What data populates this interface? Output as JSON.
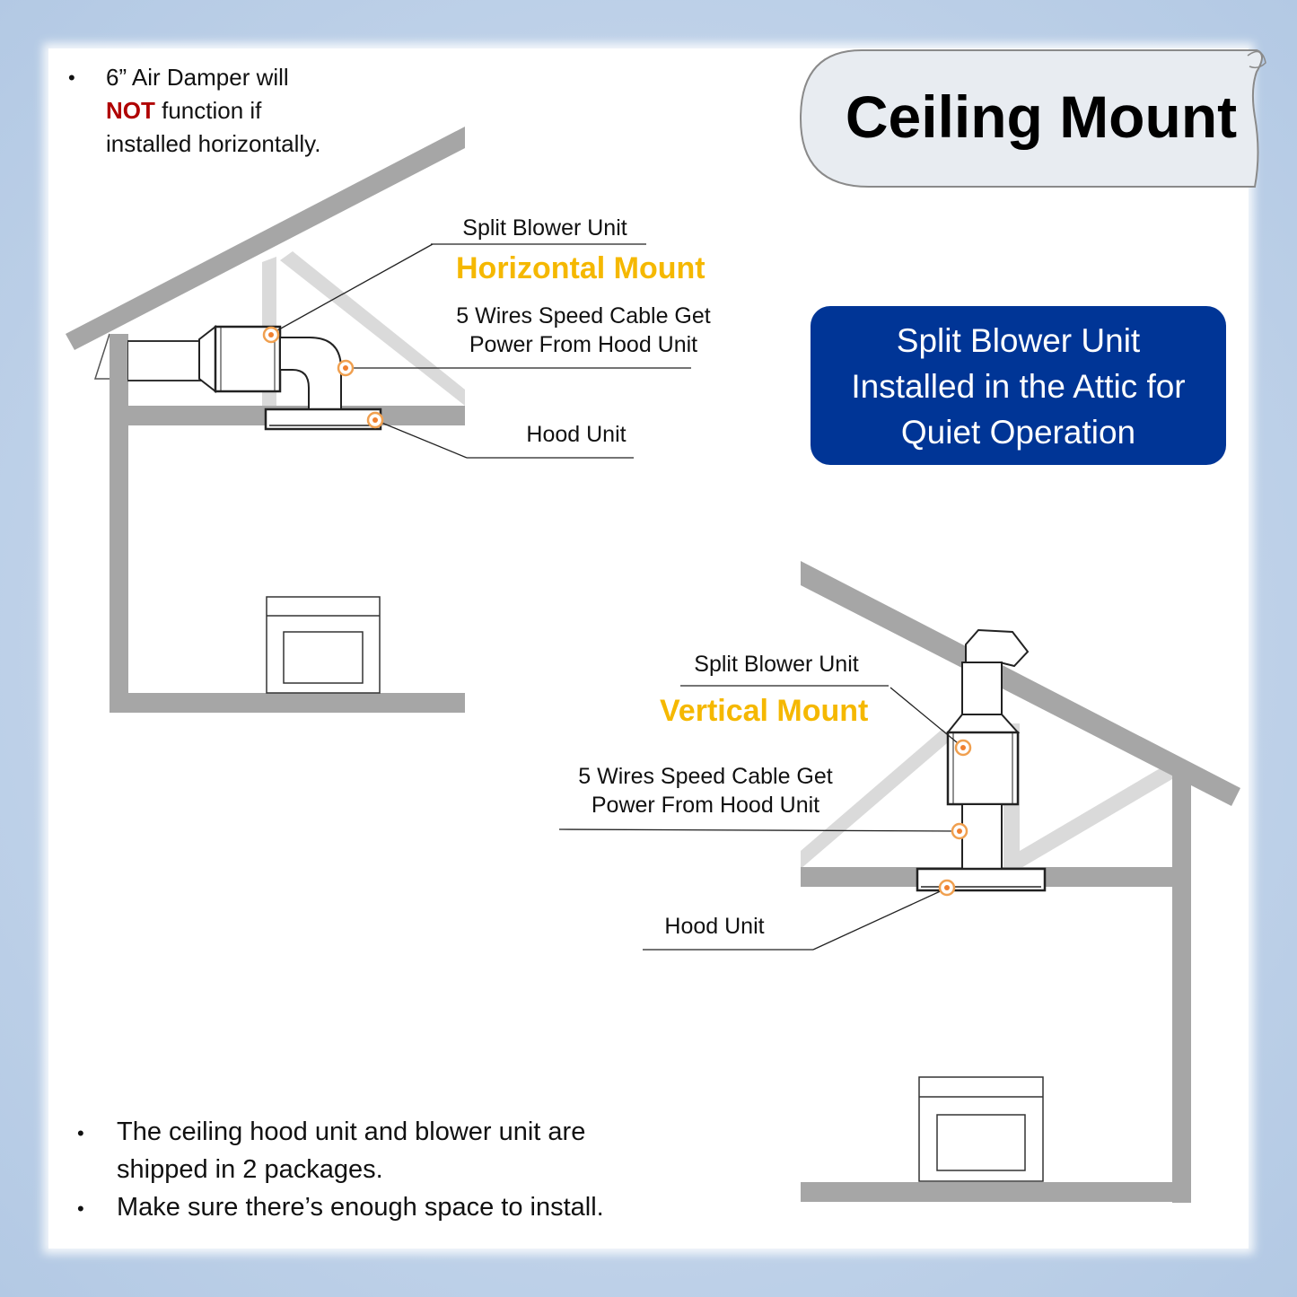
{
  "title": "Ceiling Mount",
  "top_note": {
    "bullet": "•",
    "line1": "6” Air Damper will",
    "line2_emphasis": "NOT",
    "line2_rest": " function if",
    "line3": "installed horizontally."
  },
  "info_box": {
    "line1": "Split Blower Unit",
    "line2": "Installed in the Attic for",
    "line3": "Quiet Operation"
  },
  "horizontal": {
    "blower_label": "Split Blower Unit",
    "mount_label": "Horizontal Mount",
    "cable_line1": "5 Wires Speed Cable Get",
    "cable_line2": "Power From Hood Unit",
    "hood_label": "Hood Unit"
  },
  "vertical": {
    "blower_label": "Split Blower Unit",
    "mount_label": "Vertical Mount",
    "cable_line1": "5 Wires Speed Cable Get",
    "cable_line2": "Power From Hood Unit",
    "hood_label": "Hood Unit"
  },
  "bottom_notes": [
    {
      "bullet": "•",
      "line1": "The ceiling hood unit and blower unit are",
      "line2": "shipped in 2 packages."
    },
    {
      "bullet": "•",
      "line1": "Make sure there’s enough space to install."
    }
  ],
  "colors": {
    "wall_gray": "#a6a6a6",
    "truss_gray": "#dadada",
    "accent_yellow": "#f5b800",
    "info_blue": "#003596",
    "warning_red": "#b00000",
    "marker_orange": "#f0a050",
    "frame_blue": "#b9cde6"
  }
}
